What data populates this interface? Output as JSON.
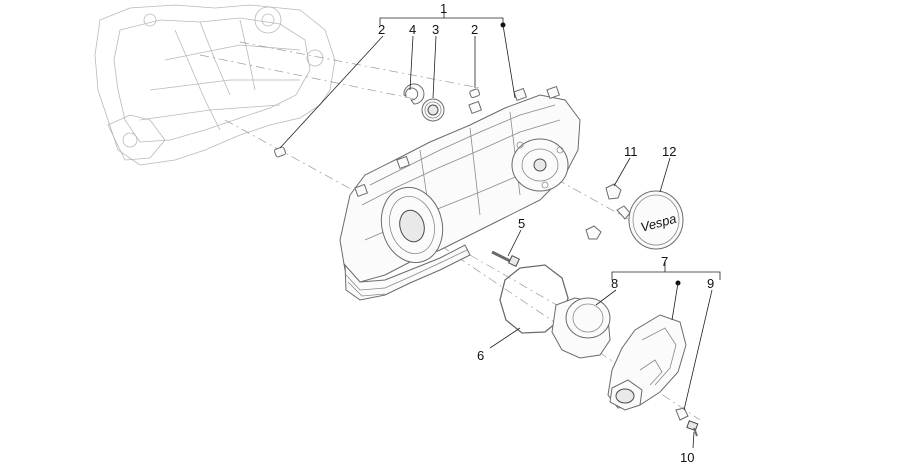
{
  "labels": {
    "l1": "1",
    "l2a": "2",
    "l4": "4",
    "l3": "3",
    "l2b": "2",
    "l11": "11",
    "l12": "12",
    "l5": "5",
    "l7": "7",
    "l8": "8",
    "l9": "9",
    "l6": "6",
    "l10": "10"
  },
  "badge_text": "Vespa",
  "colors": {
    "line": "#6b6b6b",
    "text": "#111111"
  }
}
